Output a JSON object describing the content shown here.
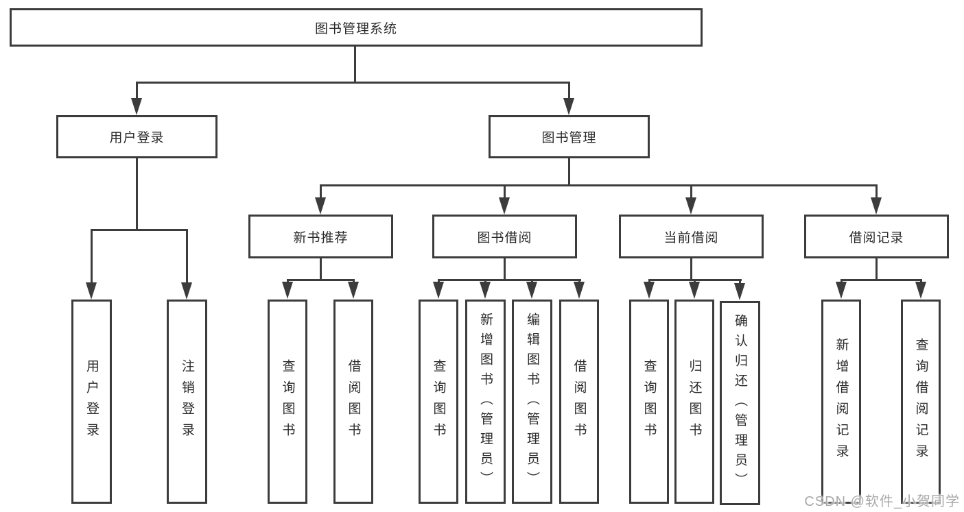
{
  "diagram": {
    "colors": {
      "line": "#3c3c3c",
      "text": "#2b2b2b",
      "background": "#ffffff",
      "watermark": "#a9a9a9"
    },
    "tree": {
      "root": "图书管理系统",
      "branches": [
        {
          "label": "用户登录",
          "leaves": [
            "用户登录",
            "注销登录"
          ]
        },
        {
          "label": "图书管理",
          "groups": [
            {
              "label": "新书推荐",
              "leaves": [
                "查询图书",
                "借阅图书"
              ]
            },
            {
              "label": "图书借阅",
              "leaves": [
                "查询图书",
                "新增图书（管理员）",
                "编辑图书（管理员）",
                "借阅图书"
              ]
            },
            {
              "label": "当前借阅",
              "leaves": [
                "查询图书",
                "归还图书",
                "确认归还（管理员）"
              ]
            },
            {
              "label": "借阅记录",
              "leaves": [
                "新增借阅记录",
                "查询借阅记录"
              ]
            }
          ]
        }
      ]
    },
    "watermark": "CSDN @软件_小贺同学"
  }
}
